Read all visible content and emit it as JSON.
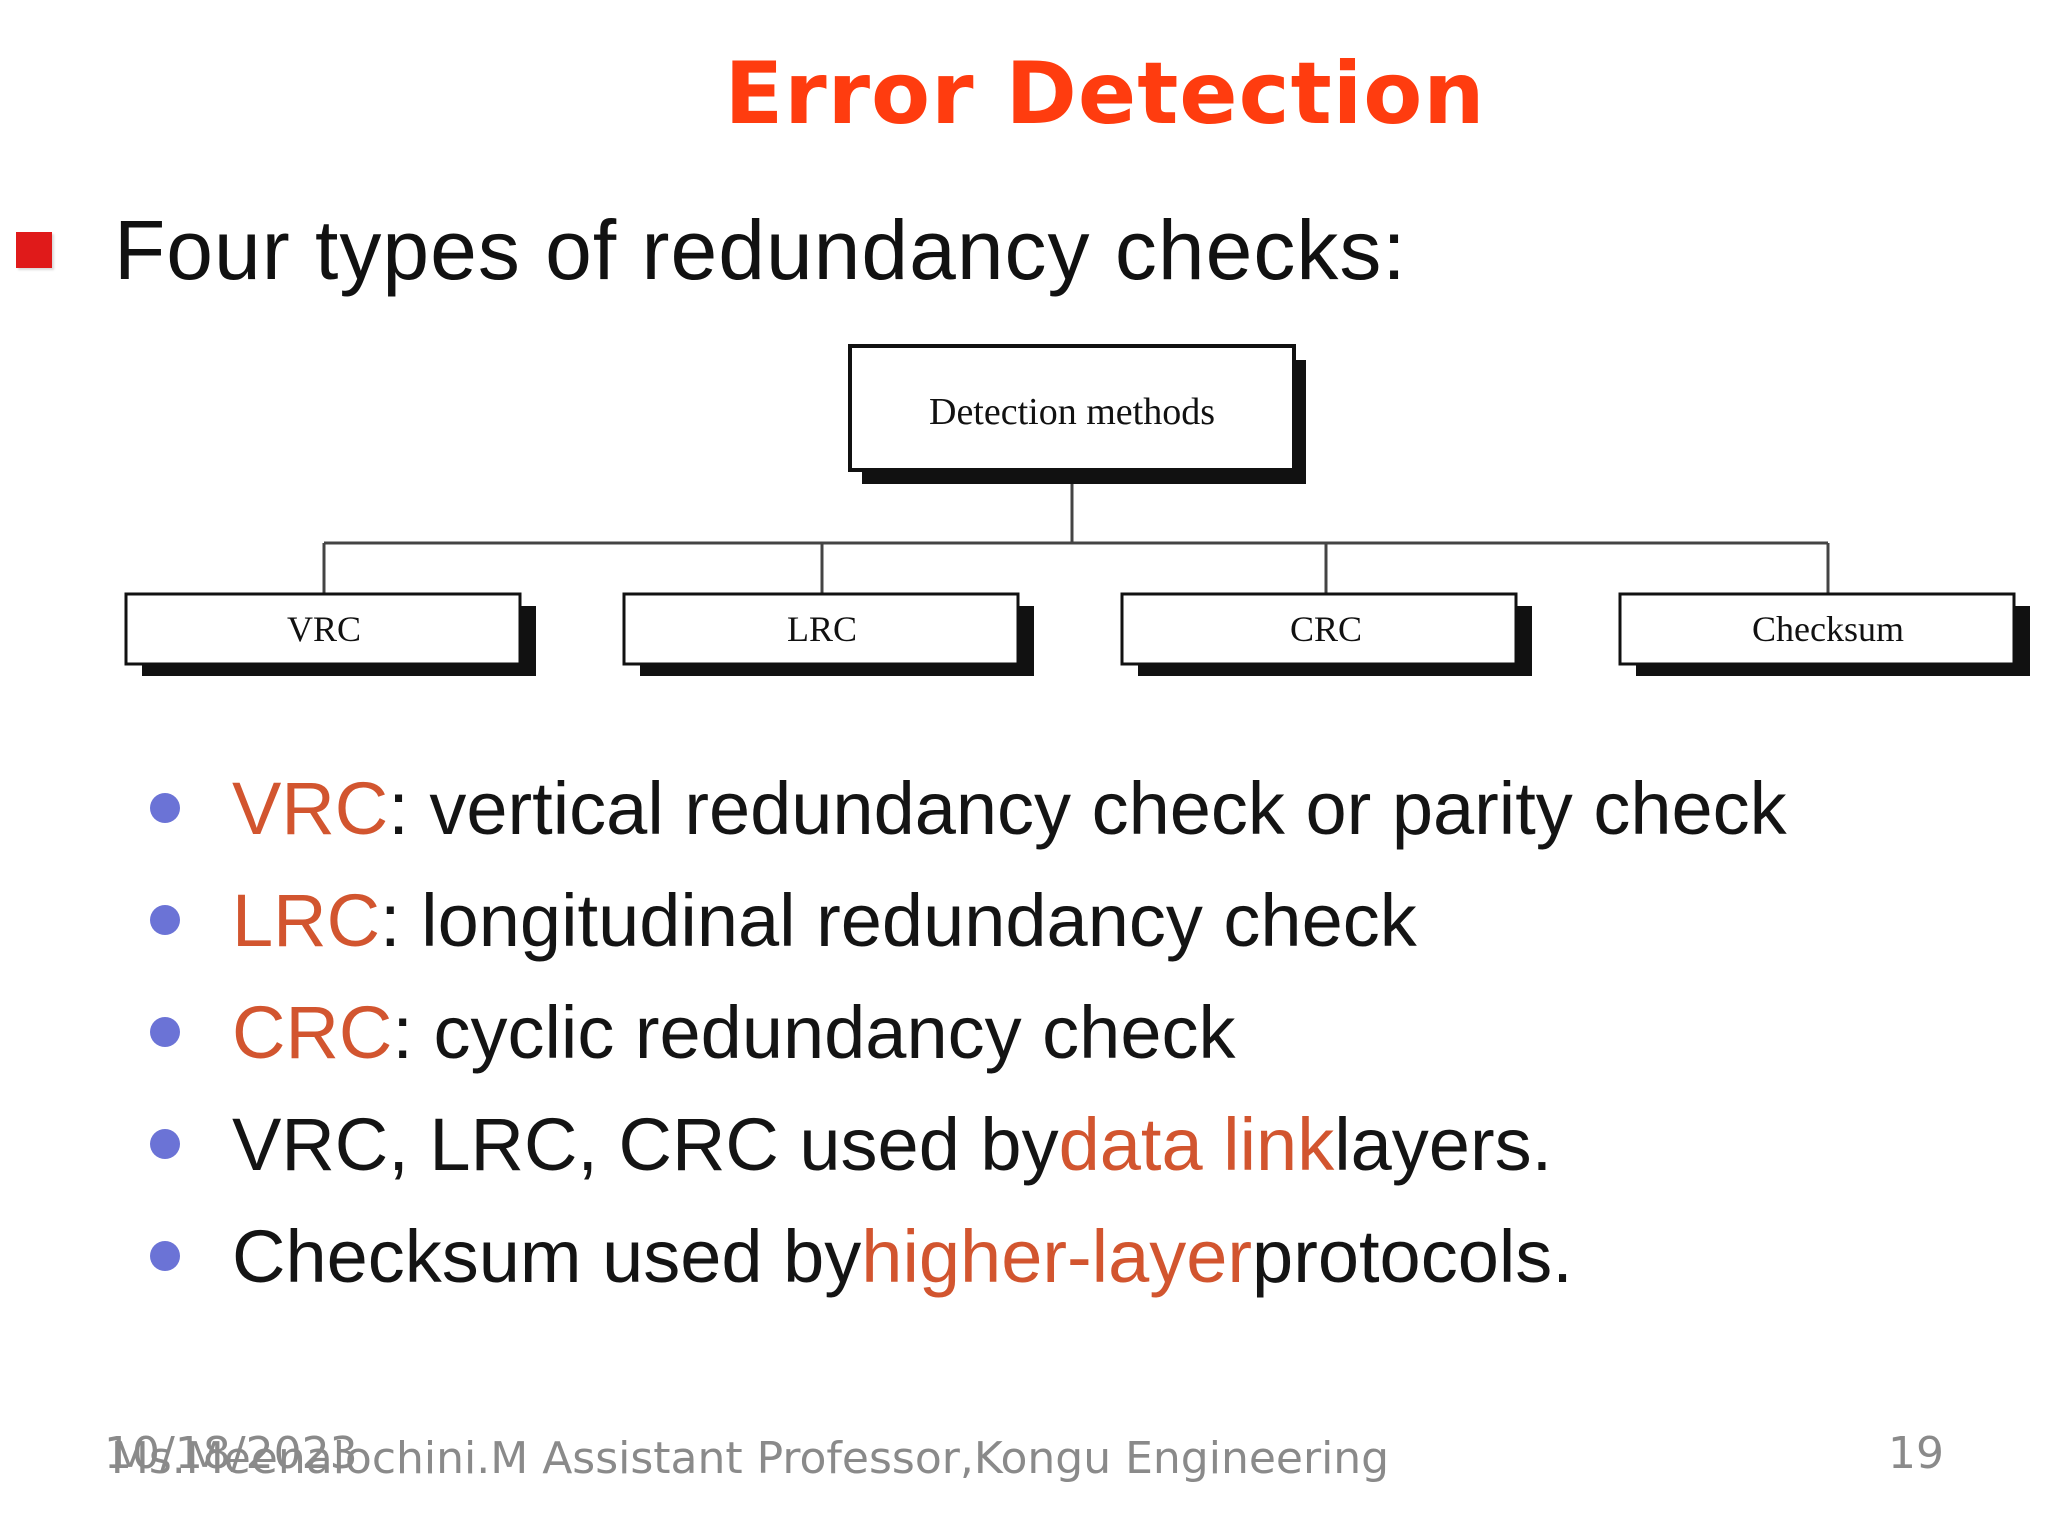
{
  "slide": {
    "title": "Error Detection",
    "intro": "Four types of redundancy checks:"
  },
  "diagram": {
    "root": "Detection methods",
    "children": [
      "VRC",
      "LRC",
      "CRC",
      "Checksum"
    ]
  },
  "bullets": [
    {
      "prefix": "",
      "term": "VRC",
      "text": ": vertical redundancy check or parity check",
      "suffix": ""
    },
    {
      "prefix": "",
      "term": "LRC",
      "text": ": longitudinal redundancy check",
      "suffix": ""
    },
    {
      "prefix": "",
      "term": "CRC",
      "text": ": cyclic redundancy check",
      "suffix": ""
    },
    {
      "prefix": "VRC, LRC, CRC used by ",
      "term": "data link",
      "text": "",
      "suffix": " layers."
    },
    {
      "prefix": "Checksum used by ",
      "term": "higher-layer",
      "text": "",
      "suffix": " protocols."
    }
  ],
  "footer": {
    "date": "10/18/2023",
    "author": "Ms.Meenalochini.M Assistant Professor,Kongu Engineering",
    "page": "19"
  },
  "colors": {
    "title": "#ff3c0f",
    "highlight": "#d2552f",
    "bullet_dot": "#6b73d6",
    "main_bullet": "#e01a1a"
  }
}
